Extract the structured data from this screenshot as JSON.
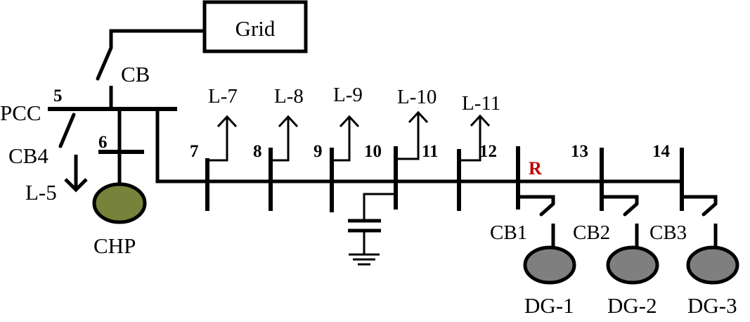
{
  "grid": {
    "label": "Grid"
  },
  "breakers": {
    "main": "CB",
    "cb4": "CB4",
    "cb1": "CB1",
    "cb2": "CB2",
    "cb3": "CB3"
  },
  "pcc": {
    "label": "PCC"
  },
  "buses": {
    "b5": "5",
    "b6": "6",
    "b7": "7",
    "b8": "8",
    "b9": "9",
    "b10": "10",
    "b11": "11",
    "b12": "12",
    "b13": "13",
    "b14": "14"
  },
  "loads": {
    "l5": "L-5",
    "l7": "L-7",
    "l8": "L-8",
    "l9": "L-9",
    "l10": "L-10",
    "l11": "L-11"
  },
  "chp": {
    "label": "CHP"
  },
  "dg": {
    "dg1": "DG-1",
    "dg2": "DG-2",
    "dg3": "DG-3"
  },
  "marker": {
    "label": "R",
    "color": "#c00000"
  },
  "colors": {
    "chp_fill": "#77823a",
    "dg_fill": "#7f7f7f",
    "line": "#000000"
  }
}
